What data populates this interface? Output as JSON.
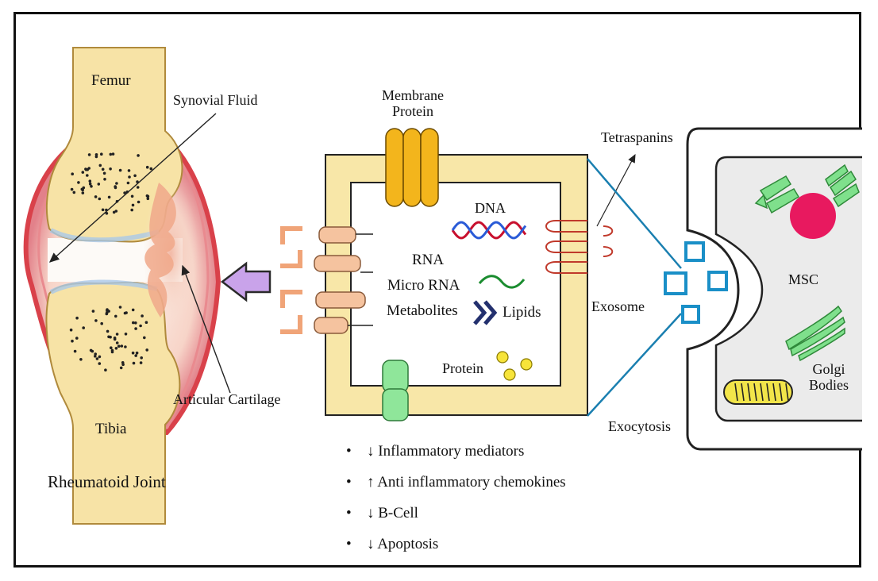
{
  "joint": {
    "femur": "Femur",
    "tibia": "Tibia",
    "synovial_fluid": "Synovial Fluid",
    "articular_cartilage": "Articular Cartilage",
    "caption": "Rheumatoid Joint"
  },
  "exosome": {
    "membrane_protein": [
      "Membrane",
      "Protein"
    ],
    "tetraspanins": "Tetraspanins",
    "dna": "DNA",
    "rna": "RNA",
    "micro_rna": "Micro RNA",
    "metabolites": "Metabolites",
    "lipids": "Lipids",
    "protein": "Protein",
    "exosome": "Exosome",
    "exocytosis": "Exocytosis"
  },
  "msc": {
    "label": "MSC",
    "golgi": [
      "Golgi",
      "Bodies"
    ]
  },
  "effects": [
    {
      "arrow": "↓",
      "text": "Inflammatory mediators"
    },
    {
      "arrow": "↑",
      "text": "Anti inflammatory chemokines"
    },
    {
      "arrow": "↓",
      "text": "B-Cell"
    },
    {
      "arrow": "↓",
      "text": "Apoptosis"
    }
  ],
  "bullet_glyph": "•",
  "colors": {
    "bone": "#f7e3a6",
    "bone_outline": "#b08a3c",
    "capsule": "#d9414a",
    "exosome_wall": "#f8e7a8",
    "membrane_protein": "#f3b51c",
    "receptor": "#f5c39f",
    "channel": "#8fe69a",
    "arrow": "#c9a3ea",
    "vesicle": "#1a8fc7",
    "nucleus": "#e8195f",
    "er": "#7fe08c",
    "mito": "#f2e54a"
  }
}
